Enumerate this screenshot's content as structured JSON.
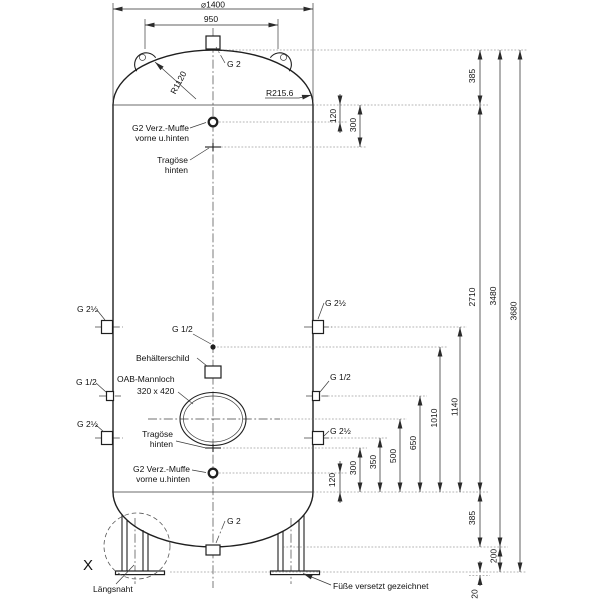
{
  "drawing": {
    "kind": "pressure-vessel-general-arrangement",
    "background": "#ffffff",
    "line_color": "#1f1f1f"
  },
  "texts": {
    "dia1400": "⌀1400",
    "lug950": "950",
    "g2_top": "G 2",
    "r1120": "R1120",
    "r2156": "R215.6",
    "muffe_top_1": "G2 Verz.-Muffe",
    "muffe_top_2": "vorne u.hinten",
    "trag_top_1": "Tragöse",
    "trag_top_2": "hinten",
    "g25_left_upper": "G 2½",
    "g25_right_upper": "G 2½",
    "g12_center": "G 1/2",
    "behaelterschild": "Behälterschild",
    "mannloch_1": "OAB-Mannloch",
    "mannloch_2": "320 x 420",
    "g12_left": "G 1/2",
    "g12_right": "G 1/2",
    "g25_left_lower": "G 2½",
    "g25_right_lower": "G 2½",
    "trag_bot_1": "Tragöse",
    "trag_bot_2": "hinten",
    "muffe_bot_1": "G2 Verz.-Muffe",
    "muffe_bot_2": "vorne u.hinten",
    "g2_bottom": "G 2",
    "detail_x": "X",
    "laengsnaht": "Längsnaht",
    "fuesse": "Füße versetzt gezeichnet"
  },
  "dimensions": {
    "d120_top": "120",
    "d300_top": "300",
    "d385_top": "385",
    "d2710": "2710",
    "d3480": "3480",
    "d3680": "3680",
    "d120_bot": "120",
    "d300_bot": "300",
    "d350": "350",
    "d500": "500",
    "d650": "650",
    "d1010": "1010",
    "d1140": "1140",
    "d385_bot": "385",
    "d200": "200",
    "d20": "20"
  }
}
